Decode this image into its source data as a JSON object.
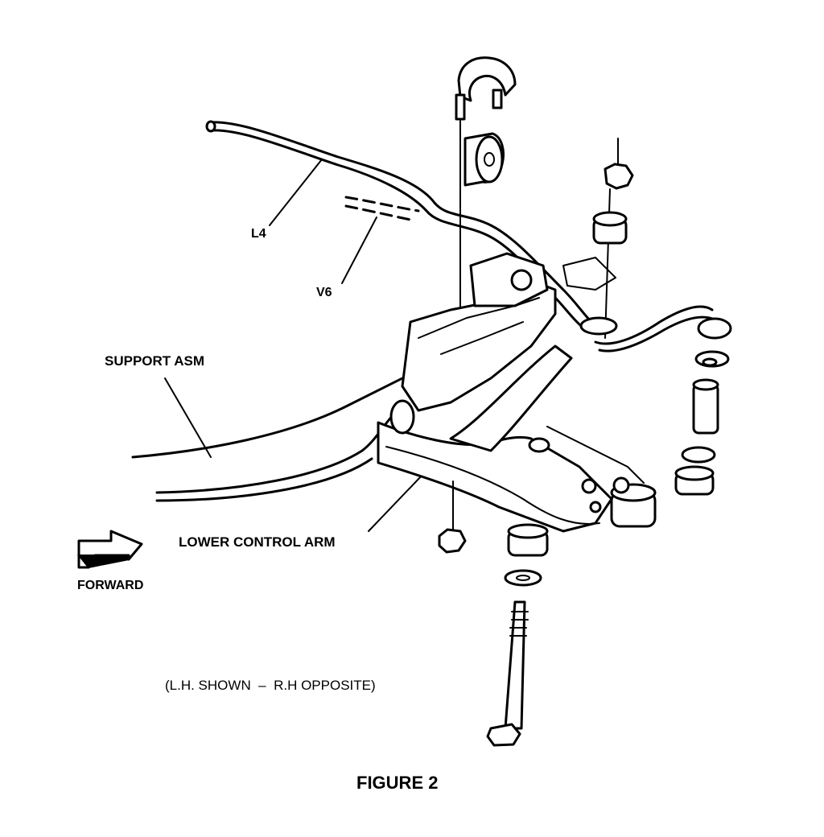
{
  "figure": {
    "caption": "FIGURE 2",
    "note": "(L.H. SHOWN  –  R.H OPPOSITE)",
    "labels": {
      "l4": "L4",
      "v6": "V6",
      "support_asm": "SUPPORT ASM",
      "lower_control_arm": "LOWER CONTROL ARM",
      "forward": "FORWARD"
    }
  }
}
